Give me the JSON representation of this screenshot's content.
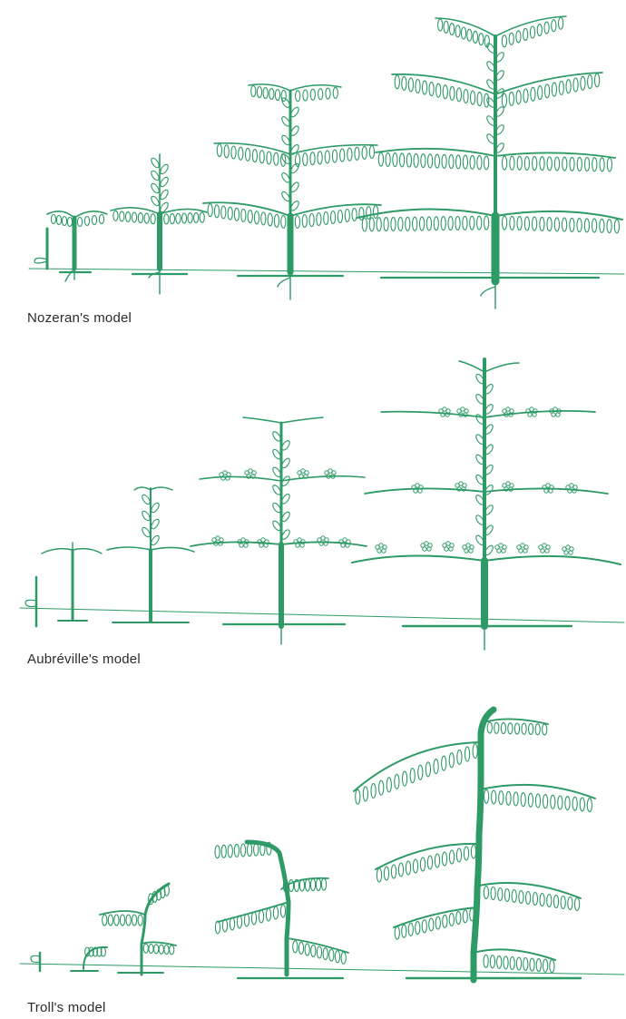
{
  "colors": {
    "plant": "#2e9a66",
    "ground": "#3aa072",
    "caption": "#2b2b2b"
  },
  "panels": [
    {
      "caption": "Nozeran's model"
    },
    {
      "caption": "Aubréville's model"
    },
    {
      "caption": "Troll's model"
    }
  ]
}
